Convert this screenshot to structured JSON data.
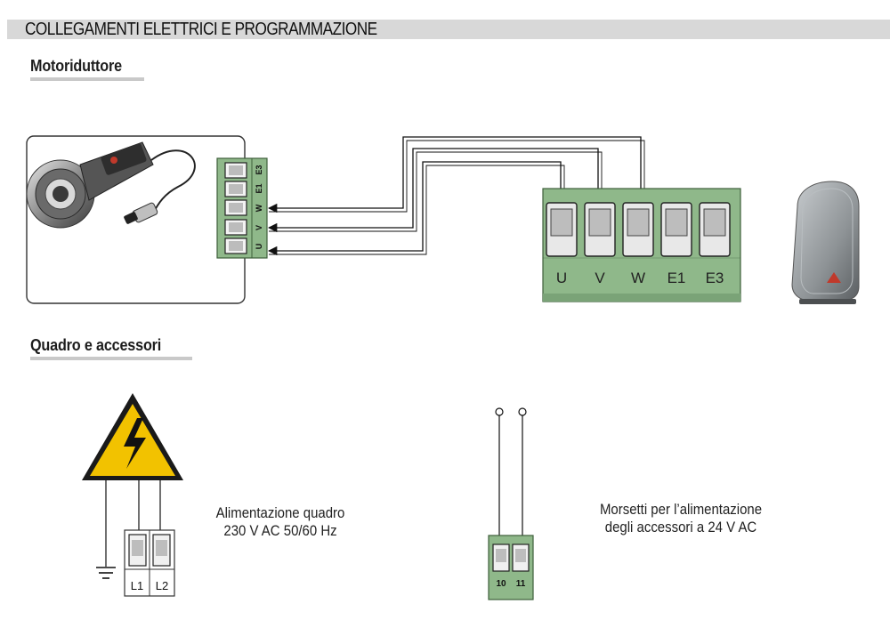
{
  "header": {
    "title": "COLLEGAMENTI ELETTRICI E PROGRAMMAZIONE"
  },
  "sections": {
    "motor": {
      "title": "Motoriduttore"
    },
    "panel": {
      "title": "Quadro e accessori"
    }
  },
  "motor_terminal": {
    "labels": [
      "E3",
      "E1",
      "W",
      "V",
      "U"
    ]
  },
  "control_terminal": {
    "labels": [
      "U",
      "V",
      "W",
      "E1",
      "E3"
    ]
  },
  "power_terminal": {
    "labels": [
      "L1",
      "L2"
    ]
  },
  "accessory_terminal": {
    "labels": [
      "10",
      "11"
    ]
  },
  "captions": {
    "power_line1": "Alimentazione quadro",
    "power_line2": "230 V AC 50/60 Hz",
    "acc_line1": "Morsetti per l’alimentazione",
    "acc_line2": "degli accessori a 24 V AC"
  },
  "colors": {
    "terminal_green": "#8fb88a",
    "header_bar": "#d8d8d8",
    "warning_yellow": "#f2c200"
  },
  "icons": [
    "motor-photo-icon",
    "control-box-photo-icon",
    "high-voltage-warning-icon",
    "ground-icon"
  ]
}
